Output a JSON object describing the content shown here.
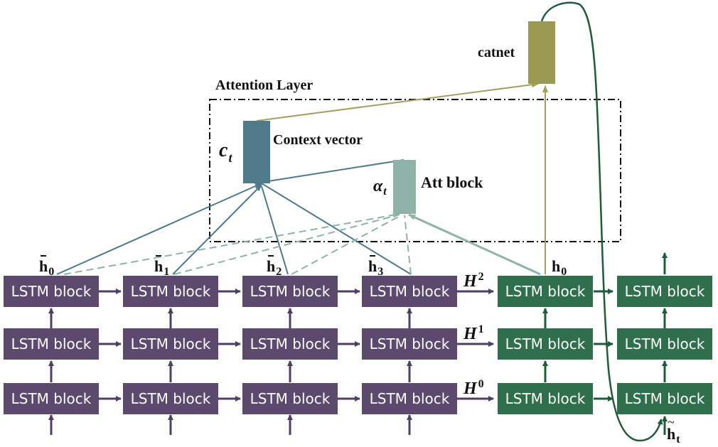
{
  "labels": {
    "lstm_block": "LSTM block",
    "attention_layer": "Attention Layer",
    "context_vector": "Context vector",
    "att_block": "Att block",
    "catnet": "catnet",
    "c_t": {
      "base": "c",
      "sub": "t"
    },
    "alpha_t": {
      "base": "α",
      "sub": "t"
    },
    "h_bar": [
      {
        "base": "h",
        "sub": "0"
      },
      {
        "base": "h",
        "sub": "1"
      },
      {
        "base": "h",
        "sub": "2"
      },
      {
        "base": "h",
        "sub": "3"
      }
    ],
    "h0": {
      "base": "h",
      "sub": "0"
    },
    "h_tilde": {
      "base": "h",
      "sub": "t"
    },
    "H": [
      {
        "base": "H",
        "sup": "0"
      },
      {
        "base": "H",
        "sup": "1"
      },
      {
        "base": "H",
        "sup": "2"
      }
    ]
  },
  "colors": {
    "encoder": "#5c4a6e",
    "decoder": "#2f6f4c",
    "context_vector": "#4f7a8a",
    "att_block": "#8fb3a8",
    "catnet": "#9a9a52",
    "encoder_arrow": "#4f3f62",
    "attention_line": "#4f7a8a",
    "attention_dashed": "#8fb3a8",
    "catnet_line": "#a0a060",
    "feedback_line": "#1e5b3a",
    "decoder_arrow": "#1e5b3a"
  }
}
